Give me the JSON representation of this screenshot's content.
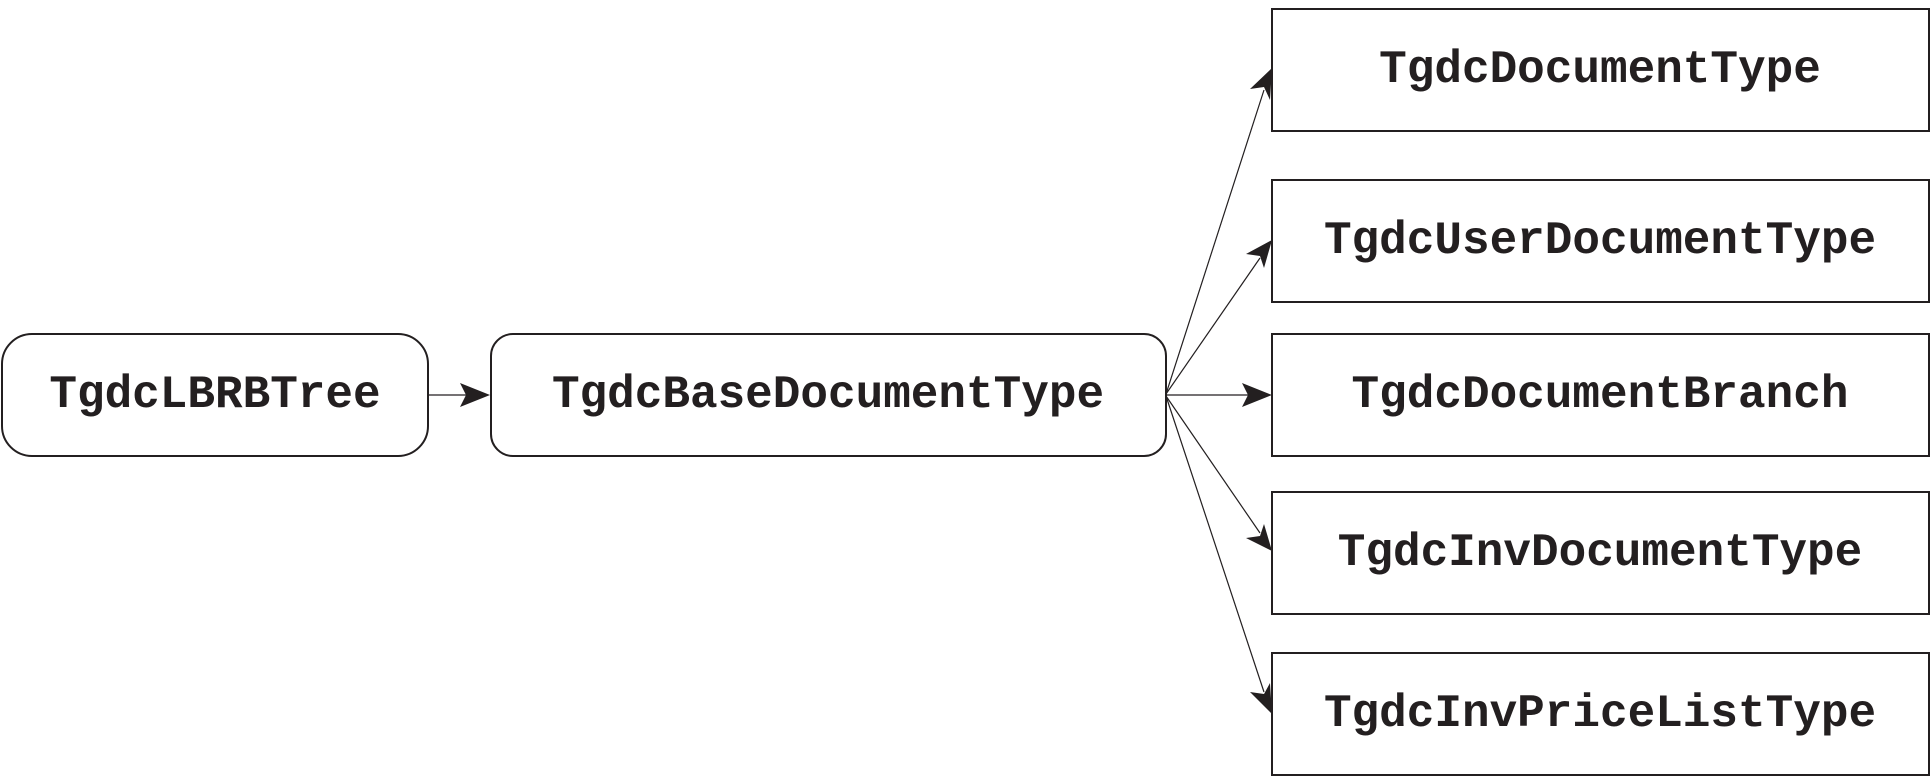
{
  "diagram": {
    "nodes": {
      "root": {
        "label": "TgdcLBRBTree",
        "shape": "rounded"
      },
      "base": {
        "label": "TgdcBaseDocumentType",
        "shape": "rounded"
      },
      "children": [
        {
          "label": "TgdcDocumentType",
          "shape": "rectangle"
        },
        {
          "label": "TgdcUserDocumentType",
          "shape": "rectangle"
        },
        {
          "label": "TgdcDocumentBranch",
          "shape": "rectangle"
        },
        {
          "label": "TgdcInvDocumentType",
          "shape": "rectangle"
        },
        {
          "label": "TgdcInvPriceListType",
          "shape": "rectangle"
        }
      ]
    },
    "edges": [
      {
        "from": "TgdcLBRBTree",
        "to": "TgdcBaseDocumentType"
      },
      {
        "from": "TgdcBaseDocumentType",
        "to": "TgdcDocumentType"
      },
      {
        "from": "TgdcBaseDocumentType",
        "to": "TgdcUserDocumentType"
      },
      {
        "from": "TgdcBaseDocumentType",
        "to": "TgdcDocumentBranch"
      },
      {
        "from": "TgdcBaseDocumentType",
        "to": "TgdcInvDocumentType"
      },
      {
        "from": "TgdcBaseDocumentType",
        "to": "TgdcInvPriceListType"
      }
    ],
    "colors": {
      "stroke": "#231f20",
      "text": "#231f20",
      "background": "#ffffff"
    }
  }
}
